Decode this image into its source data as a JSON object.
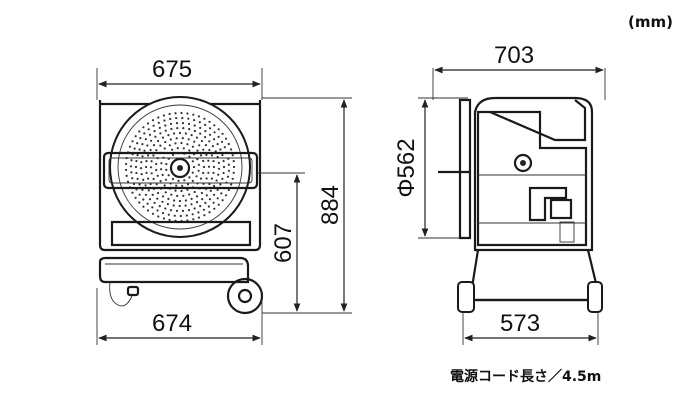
{
  "unit_label": "(mm)",
  "front_view": {
    "top_width": "675",
    "bottom_width": "674",
    "inner_height": "607",
    "total_height": "884"
  },
  "side_view": {
    "top_width": "703",
    "diameter": "Φ562",
    "bottom_width": "573"
  },
  "power_cord_note": "電源コード長さ／4.5m"
}
